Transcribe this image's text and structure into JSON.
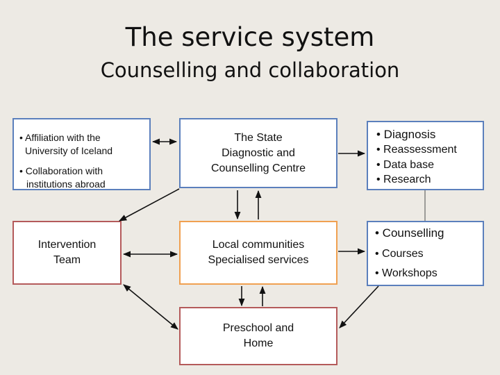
{
  "title": "The service system",
  "subtitle": "Counselling and collaboration",
  "boxes": {
    "affiliation": {
      "items": [
        "• Affiliation with the",
        "University of Iceland",
        "• Collaboration with",
        "institutions abroad"
      ]
    },
    "sdcc": {
      "lines": [
        "The State",
        "Diagnostic and",
        "Counselling Centre"
      ]
    },
    "diagnosis": {
      "items": [
        "• Diagnosis",
        "• Reassessment",
        "• Data base",
        "•  Research"
      ]
    },
    "intervention": {
      "lines": [
        "Intervention",
        "Team"
      ]
    },
    "local": {
      "lines": [
        "Local communities",
        "Specialised services"
      ]
    },
    "counselling": {
      "items": [
        "• Counselling",
        "• Courses",
        "• Workshops"
      ]
    },
    "preschool": {
      "lines": [
        "Preschool and",
        "Home"
      ]
    }
  },
  "colors": {
    "background": "#edeae4",
    "blue_border": "#5b7fbc",
    "red_border": "#b45a5a",
    "orange_border": "#f0a050",
    "arrow": "#111111"
  }
}
